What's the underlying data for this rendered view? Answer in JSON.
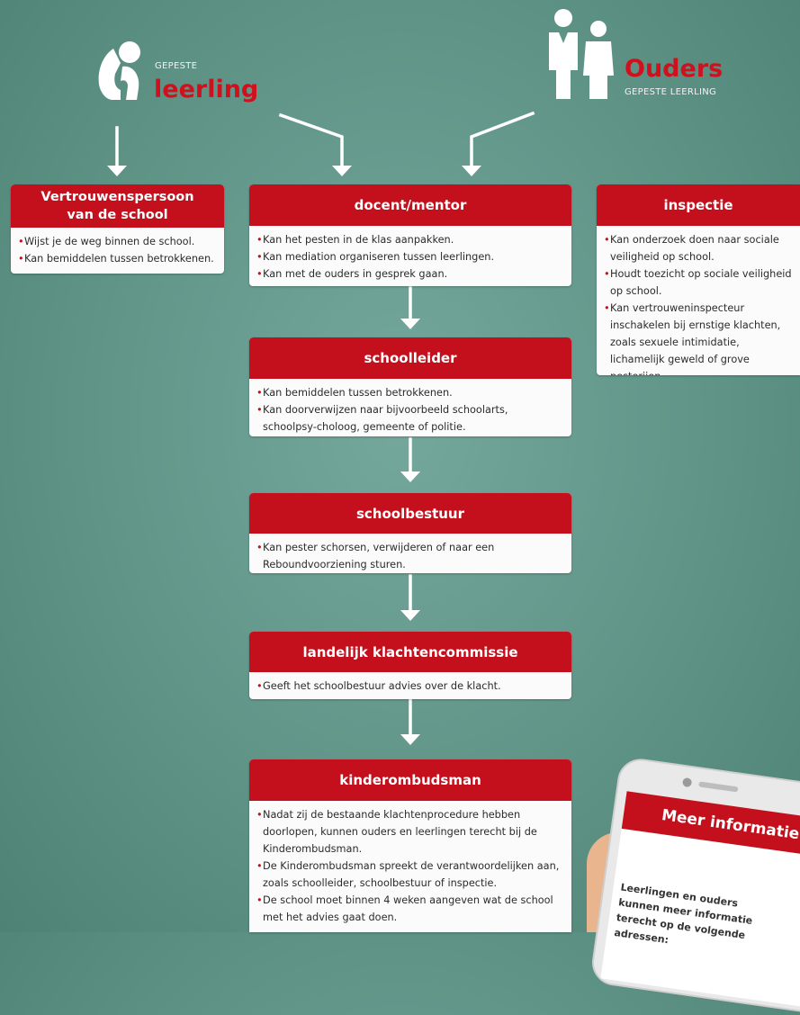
{
  "actors": {
    "leerling": {
      "small": "GEPESTE",
      "big": "leerling"
    },
    "ouders": {
      "big": "Ouders",
      "small": "GEPESTE LEERLING"
    }
  },
  "boxes": {
    "vertrouwenspersoon": {
      "title_line1": "Vertrouwenspersoon",
      "title_line2": "van de school",
      "items": [
        "Wijst je de weg binnen de school.",
        "Kan bemiddelen tussen betrokkenen."
      ]
    },
    "docent": {
      "title": "docent/mentor",
      "items": [
        "Kan het pesten in de klas aanpakken.",
        "Kan mediation organiseren tussen leerlingen.",
        "Kan met de ouders in gesprek gaan."
      ]
    },
    "inspectie": {
      "title": "inspectie",
      "items": [
        "Kan onderzoek doen naar sociale veiligheid op school.",
        "Houdt toezicht op sociale veiligheid op school.",
        "Kan vertrouweninspecteur inschakelen bij ernstige klachten, zoals sexuele intimidatie, lichamelijk geweld of grove pesterijen."
      ]
    },
    "schoolleider": {
      "title": "schoolleider",
      "items": [
        "Kan bemiddelen tussen betrokkenen.",
        "Kan doorverwijzen naar bijvoorbeeld schoolarts, schoolpsy-choloog, gemeente of politie."
      ]
    },
    "schoolbestuur": {
      "title": "schoolbestuur",
      "items": [
        "Kan pester schorsen, verwijderen of naar een Reboundvoorziening sturen."
      ]
    },
    "klachtencommissie": {
      "title": "landelijk klachtencommissie",
      "items": [
        "Geeft het schoolbestuur advies over de klacht."
      ]
    },
    "kinderombudsman": {
      "title": "kinderombudsman",
      "items": [
        "Nadat zij de bestaande klachtenprocedure hebben doorlopen, kunnen ouders en leerlingen terecht bij de Kinderombudsman.",
        "De Kinderombudsman spreekt de verantwoordelijken aan, zoals schoolleider, schoolbestuur of inspectie.",
        "De school moet binnen 4 weken aangeven wat de school met het advies gaat doen."
      ]
    }
  },
  "phone": {
    "title": "Meer informatie",
    "text": "Leerlingen en ouders kunnen meer informatie terecht op de volgende adressen:"
  },
  "colors": {
    "accent": "#c4101c",
    "background": "#5f9487",
    "box": "#fbfbfb"
  },
  "icons": [
    "person-sitting-icon",
    "parents-icon"
  ]
}
